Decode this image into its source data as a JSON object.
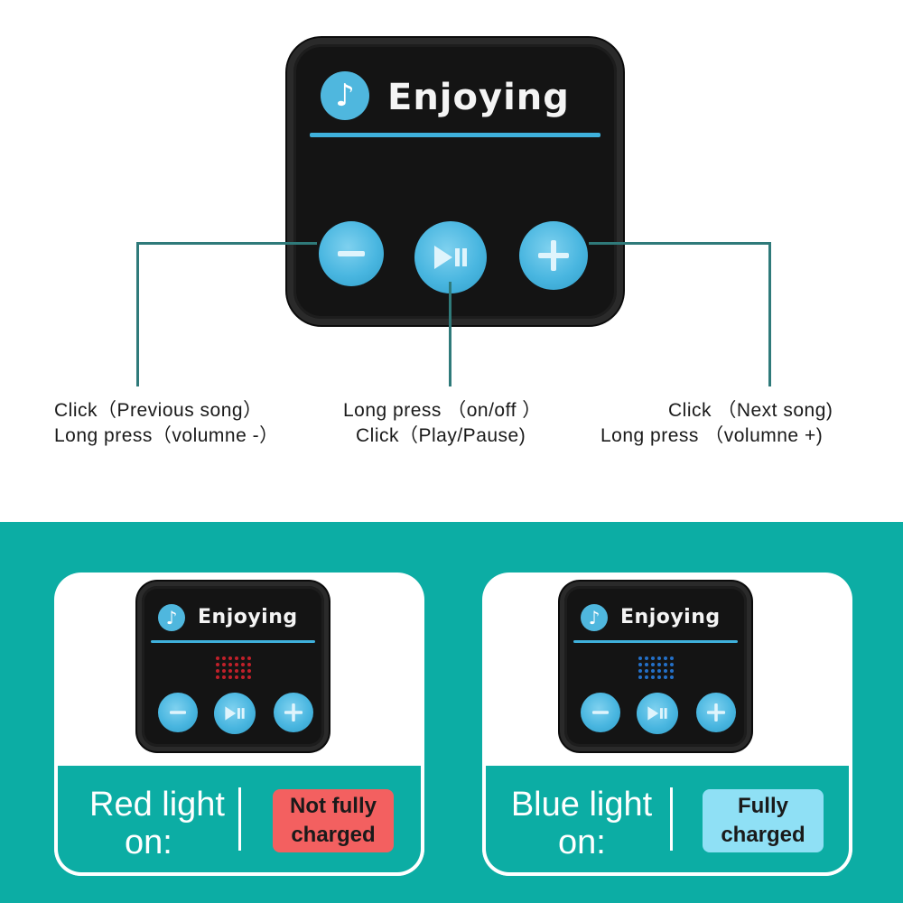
{
  "device": {
    "brand_label": "Enjoying",
    "note_icon": "music-note-icon",
    "button_icons": [
      "minus-icon",
      "play-pause-icon",
      "plus-icon"
    ],
    "accent_color": "#4fb7de"
  },
  "callouts": {
    "left": {
      "line1": "Click（Previous song）",
      "line2": "Long press（volumne -）"
    },
    "center": {
      "line1": "Long press （on/off ）",
      "line2": "Click（Play/Pause)"
    },
    "right": {
      "line1": "Click （Next song)",
      "line2": "Long press （volumne +)"
    }
  },
  "indicators": [
    {
      "light_line1": "Red light",
      "light_line2": "on:",
      "status_line1": "Not fully",
      "status_line2": "charged",
      "dot_color": "#c0202a",
      "status_color": "#f36060",
      "status_text_color": "#1a1a1a"
    },
    {
      "light_line1": "Blue light",
      "light_line2": "on:",
      "status_line1": "Fully",
      "status_line2": "charged",
      "dot_color": "#2470c8",
      "status_color": "#8fe0f5",
      "status_text_color": "#1a1a1a"
    }
  ]
}
